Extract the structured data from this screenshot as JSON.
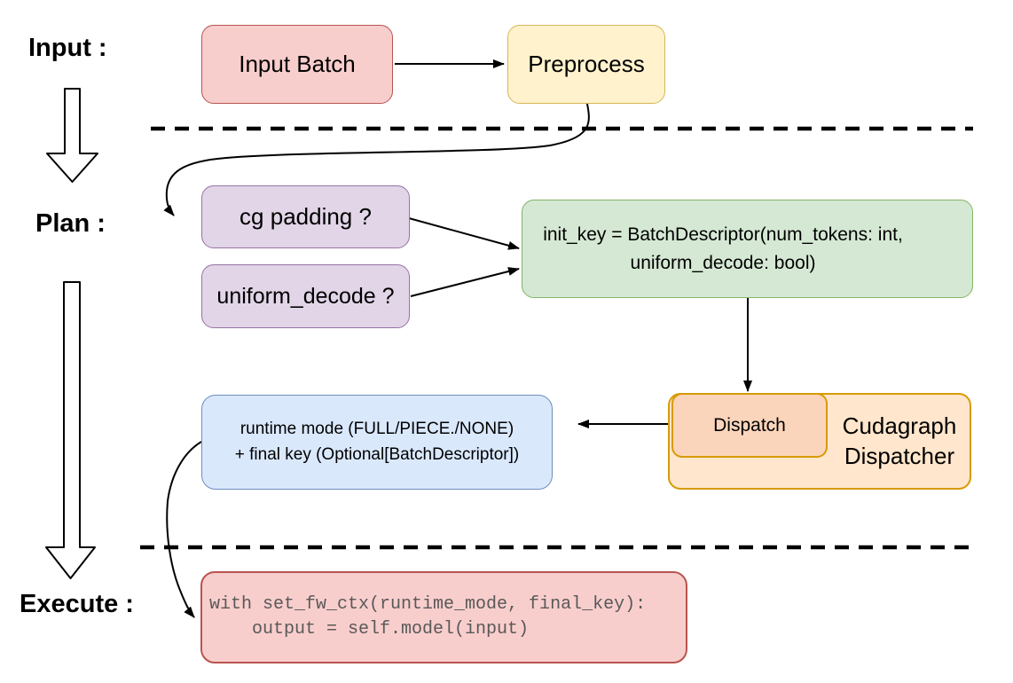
{
  "stage_labels": {
    "input": "Input :",
    "plan": "Plan :",
    "execute": "Execute :"
  },
  "nodes": {
    "input_batch": {
      "label": "Input Batch",
      "fill": "#f8cecc",
      "border": "#b85450"
    },
    "preprocess": {
      "label": "Preprocess",
      "fill": "#fff2cc",
      "border": "#d6b656"
    },
    "cg_padding": {
      "label": "cg padding ?",
      "fill": "#e1d5e7",
      "border": "#9673a6"
    },
    "uniform_decode": {
      "label": "uniform_decode ?",
      "fill": "#e1d5e7",
      "border": "#9673a6"
    },
    "init_key": {
      "line1": "init_key = BatchDescriptor(num_tokens: int,",
      "line2": "uniform_decode: bool)",
      "fill": "#d5e8d4",
      "border": "#82b366"
    },
    "dispatch": {
      "label": "Dispatch",
      "fill": "#fbd5bb",
      "border": "#d79b00"
    },
    "cudagraph_dispatcher": {
      "line1": "Cudagraph",
      "line2": "Dispatcher",
      "fill": "#ffe6cc",
      "border": "#d79b00"
    },
    "runtime_result": {
      "line1": "runtime mode (FULL/PIECE./NONE)",
      "line2": "+ final key (Optional[BatchDescriptor])",
      "fill": "#dae8fc",
      "border": "#6c8ebf"
    },
    "execute_code": {
      "line1": "with set_fw_ctx(runtime_mode, final_key):",
      "line2": "    output = self.model(input)",
      "fill": "#f8cecc",
      "border": "#b85450",
      "text_color": "#595959"
    }
  },
  "connector_color": "#000000"
}
